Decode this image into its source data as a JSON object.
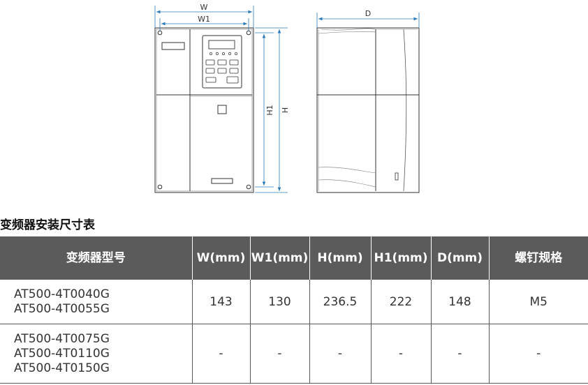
{
  "drawing": {
    "labels": {
      "w": "W",
      "w1": "W1",
      "d": "D",
      "h1": "H1",
      "h": "H"
    }
  },
  "section_title": "变频器安装尺寸表",
  "table": {
    "headers": [
      {
        "line1": "变频器型号",
        "line2": ""
      },
      {
        "line1": "W",
        "line2": "(mm)"
      },
      {
        "line1": "W1",
        "line2": "(mm)"
      },
      {
        "line1": "H",
        "line2": "(mm)"
      },
      {
        "line1": "H1",
        "line2": "(mm)"
      },
      {
        "line1": "D",
        "line2": "(mm)"
      },
      {
        "line1": "螺钉规格",
        "line2": ""
      }
    ],
    "rows": [
      {
        "models": [
          "AT500-4T0040G",
          "AT500-4T0055G"
        ],
        "w": "143",
        "w1": "130",
        "h": "236.5",
        "h1": "222",
        "d": "148",
        "screw": "M5"
      },
      {
        "models": [
          "AT500-4T0075G",
          "AT500-4T0110G",
          "AT500-4T0150G"
        ],
        "w": "-",
        "w1": "-",
        "h": "-",
        "h1": "-",
        "d": "-",
        "screw": "-"
      }
    ]
  },
  "colors": {
    "header_bg": "#5b5b5b",
    "dimension_line": "#2b7bb9"
  }
}
